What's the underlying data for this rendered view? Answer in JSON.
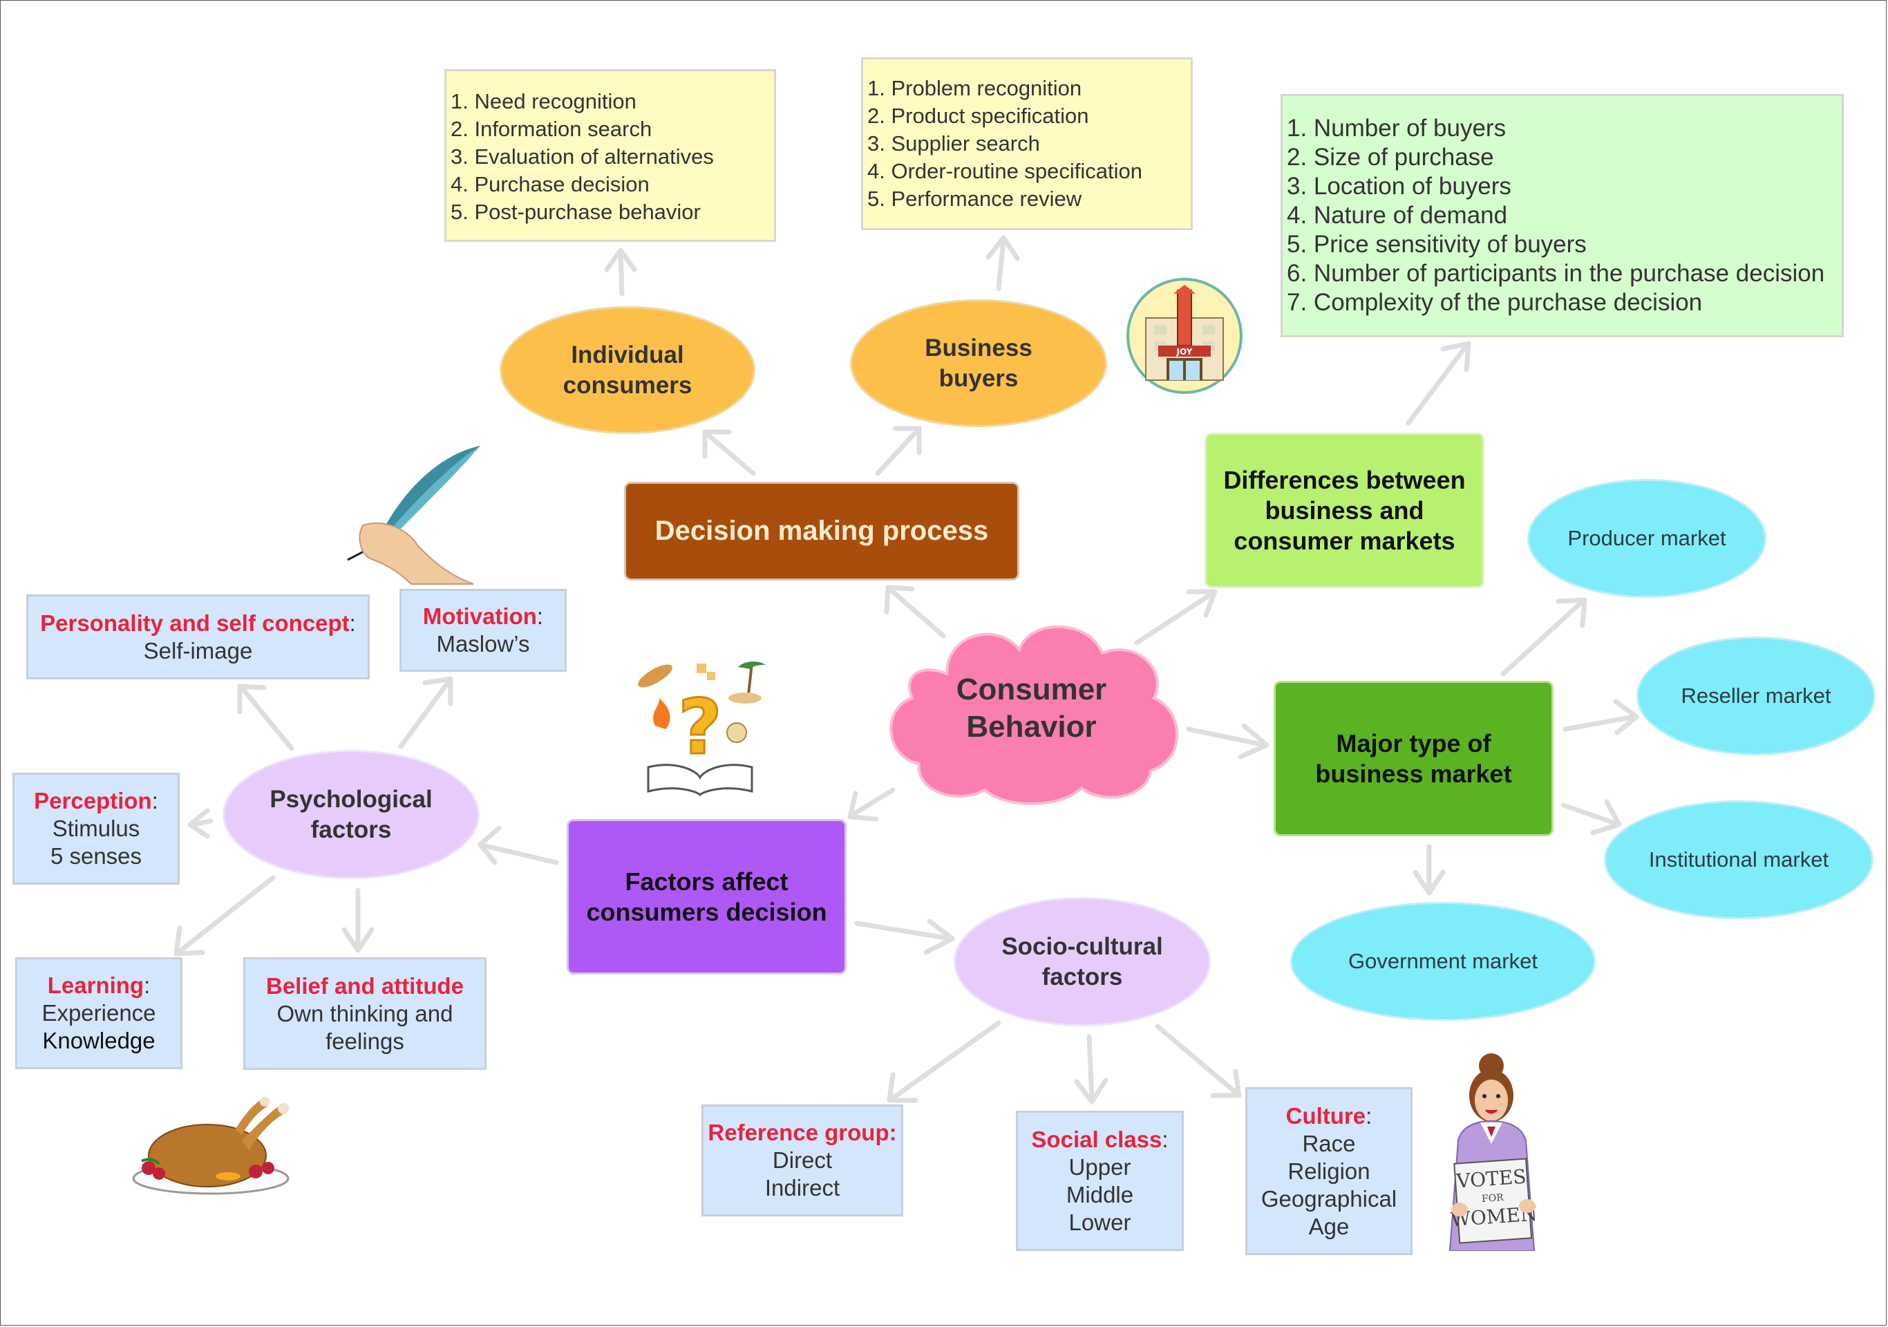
{
  "central": {
    "line1": "Consumer",
    "line2": "Behavior"
  },
  "decision_process": {
    "label": "Decision making process",
    "individual": {
      "line1": "Individual",
      "line2": "consumers",
      "steps": [
        "1. Need recognition",
        "2. Information search",
        "3. Evaluation of alternatives",
        "4. Purchase decision",
        "5. Post-purchase behavior"
      ]
    },
    "business": {
      "line1": "Business",
      "line2": "buyers",
      "steps": [
        "1. Problem recognition",
        "2. Product specification",
        "3. Supplier search",
        "4. Order-routine specification",
        "5. Performance review"
      ]
    }
  },
  "differences": {
    "line1": "Differences between",
    "line2": "business and",
    "line3": "consumer markets",
    "items": [
      "1. Number of buyers",
      "2. Size of purchase",
      "3. Location of buyers",
      "4. Nature of demand",
      "5. Price sensitivity of buyers",
      "6. Number of participants in the purchase decision",
      "7. Complexity of the purchase decision"
    ]
  },
  "major_market": {
    "line1": "Major type of",
    "line2": "business market",
    "markets": {
      "producer": "Producer market",
      "reseller": "Reseller market",
      "institutional": "Institutional market",
      "government": "Government market"
    }
  },
  "factors": {
    "line1": "Factors affect",
    "line2": "consumers decision",
    "psychological": {
      "line1": "Psychological",
      "line2": "factors",
      "personality": {
        "key": "Personality and self concept",
        "colon": ":",
        "value": "Self-image"
      },
      "motivation": {
        "key": "Motivation",
        "colon": ":",
        "value": "Maslow’s"
      },
      "perception": {
        "key": "Perception",
        "colon": ":",
        "value1": "Stimulus",
        "value2": "5 senses"
      },
      "learning": {
        "key": "Learning",
        "colon": ":",
        "value1": "Experience",
        "value2": "Knowledge"
      },
      "belief": {
        "key": "Belief and attitude",
        "value1": "Own thinking and",
        "value2": "feelings"
      }
    },
    "socio": {
      "line1": "Socio-cultural",
      "line2": "factors",
      "reference": {
        "key": "Reference group:",
        "value1": "Direct",
        "value2": "Indirect"
      },
      "social_class": {
        "key": "Social class",
        "colon": ":",
        "value1": "Upper",
        "value2": "Middle",
        "value3": "Lower"
      },
      "culture": {
        "key": "Culture",
        "colon": ":",
        "value1": "Race",
        "value2": "Religion",
        "value3": "Geographical",
        "value4": "Age"
      }
    }
  },
  "clipart": {
    "theater_sign": "JOY",
    "poster_line1": "VOTES",
    "poster_line2": "FOR",
    "poster_line3": "WOMEN"
  },
  "colors": {
    "central_cloud": "#fb7eb0",
    "decision": "#a84d0c",
    "differences": "#b8f070",
    "major_market": "#5bb321",
    "factors": "#ae59f6",
    "subtopic_gold": "#fcc04a",
    "subtopic_lilac": "#e7ccfb",
    "market_cyan": "#7eecf9",
    "key_red": "#e8233e",
    "arrow": "#dedede"
  }
}
